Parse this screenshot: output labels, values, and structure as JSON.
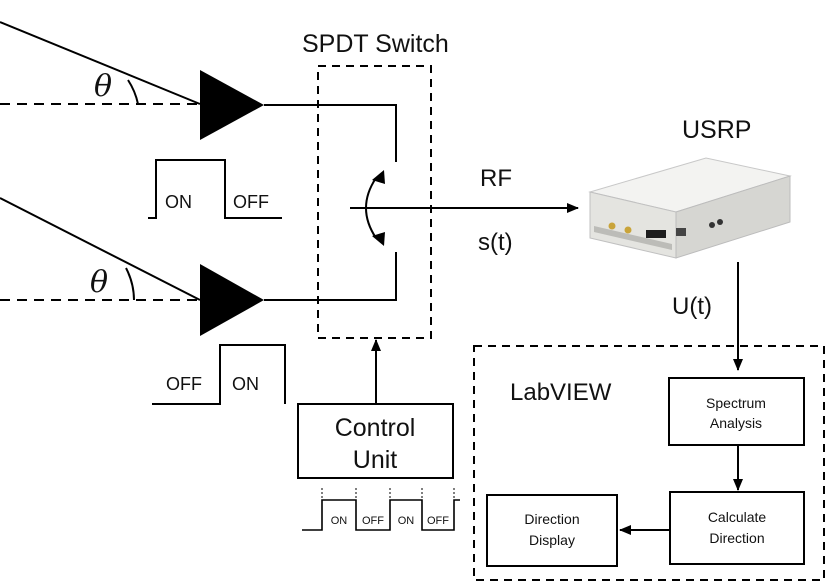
{
  "switch": {
    "label": "SPDT Switch"
  },
  "antennas": [
    {
      "angle_symbol": "θ",
      "state_first": "ON",
      "state_second": "OFF"
    },
    {
      "angle_symbol": "θ",
      "state_first": "OFF",
      "state_second": "ON"
    }
  ],
  "signal": {
    "rf_label": "RF",
    "signal_label": "s(t)"
  },
  "usrp": {
    "label": "USRP",
    "output_label": "U(t)"
  },
  "labview": {
    "label": "LabVIEW"
  },
  "control_unit": {
    "label_line1": "Control",
    "label_line2": "Unit",
    "pulses": [
      "ON",
      "OFF",
      "ON",
      "OFF"
    ]
  },
  "processing": {
    "spectrum": [
      "Spectrum",
      "Analysis"
    ],
    "calculate": [
      "Calculate",
      "Direction"
    ],
    "display": [
      "Direction",
      "Display"
    ]
  }
}
